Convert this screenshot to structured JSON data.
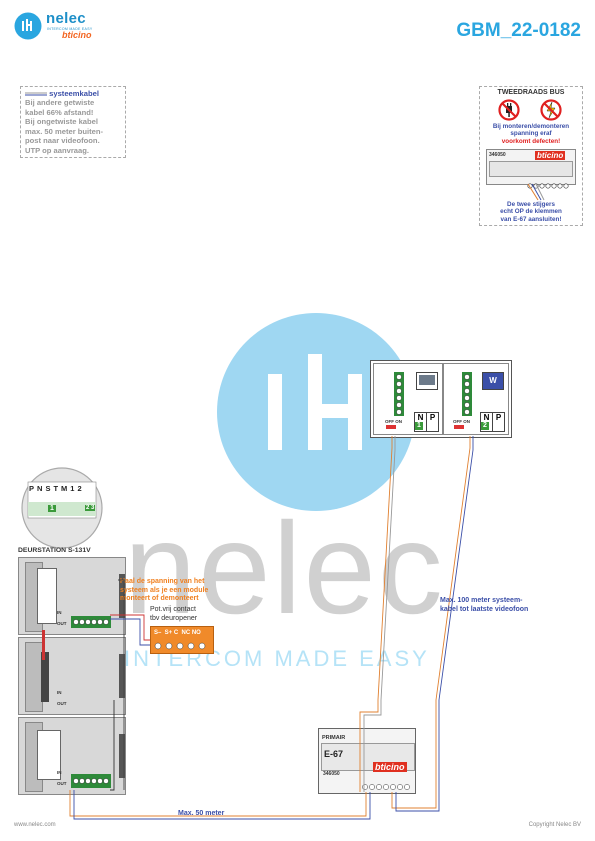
{
  "header": {
    "brand_name": "nelec",
    "brand_tagline": "INTERCOM MADE EASY",
    "partner_brand": "bticino",
    "document_id": "GBM_22-0182"
  },
  "cable_note": {
    "legend": "systeemkabel",
    "lines": [
      "Bij andere getwiste",
      "kabel 66% afstand!",
      "Bij ongetwiste kabel",
      "max. 50 meter buiten-",
      "post naar videofoon.",
      "UTP op aanvraag."
    ]
  },
  "bus_box": {
    "title": "TWEEDRAADS BUS",
    "warning_lines": [
      "Bij monteren/demonteren",
      "spanning eraf",
      "voorkomt defecten!"
    ],
    "module_code": "346050",
    "module_brand": "bticino",
    "note_lines": [
      "De twee stijgers",
      "echt OP de klemmen",
      "van E-67 aansluiten!"
    ]
  },
  "monitors": [
    {
      "id": "1",
      "screen_label": "",
      "slot_labels": [
        "N",
        "P"
      ],
      "off_on": "OFF ON"
    },
    {
      "id": "2",
      "screen_label": "W",
      "slot_labels": [
        "N",
        "P"
      ],
      "off_on": "OFF ON"
    }
  ],
  "dip_detail": {
    "labels": [
      "P",
      "N",
      "S",
      "T",
      "M",
      "1",
      "2"
    ],
    "value_a": "1",
    "value_b": "2 3"
  },
  "door_station": {
    "title": "DEURSTATION S-131V",
    "in_label": "IN",
    "out_label": "OUT",
    "warning_lines": [
      "Haal de spanning van het",
      "systeem als je een module",
      "monteert of demonteert"
    ]
  },
  "relay": {
    "caption_lines": [
      "Pot.vrij contact",
      "tbv deuropener"
    ],
    "terminals": "S–  S+ C  NC NO"
  },
  "power_supply": {
    "header": "PRIMAIR",
    "name": "E-67",
    "code": "346050",
    "brand": "bticino"
  },
  "notes": {
    "max100_lines": [
      "Max. 100 meter systeem-",
      "kabel tot laatste videofoon"
    ],
    "max50": "Max. 50 meter"
  },
  "watermark": {
    "word": "nelec",
    "tagline": "INTERCOM MADE EASY"
  },
  "footer": {
    "website": "www.nelec.com",
    "copyright": "Copyright Nelec BV"
  }
}
